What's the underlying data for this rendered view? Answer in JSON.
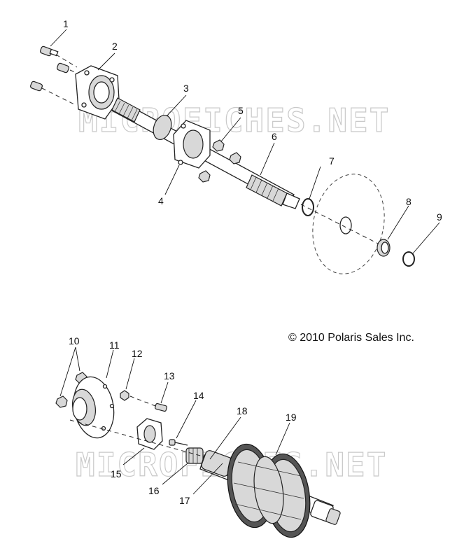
{
  "watermark_text": "MICROFICHES.NET",
  "copyright": "© 2010 Polaris Sales Inc.",
  "callouts": [
    "1",
    "2",
    "3",
    "4",
    "5",
    "6",
    "7",
    "8",
    "9",
    "10",
    "11",
    "12",
    "13",
    "14",
    "15",
    "16",
    "17",
    "18",
    "19"
  ]
}
